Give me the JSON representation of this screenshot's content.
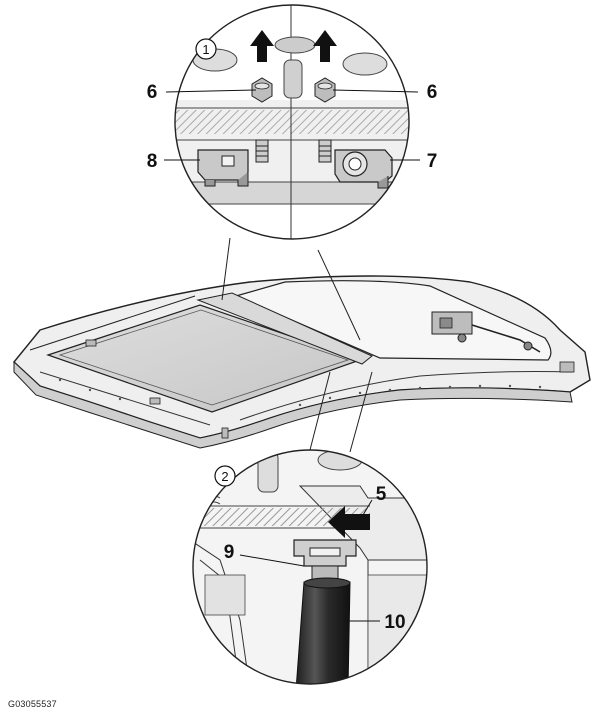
{
  "figure_id": "G03055537",
  "views": {
    "upper_detail_marker": "1",
    "lower_detail_marker": "2"
  },
  "callouts": {
    "c6_left": "6",
    "c6_right": "6",
    "c8": "8",
    "c7": "7",
    "c5": "5",
    "c9": "9",
    "c10": "10"
  }
}
